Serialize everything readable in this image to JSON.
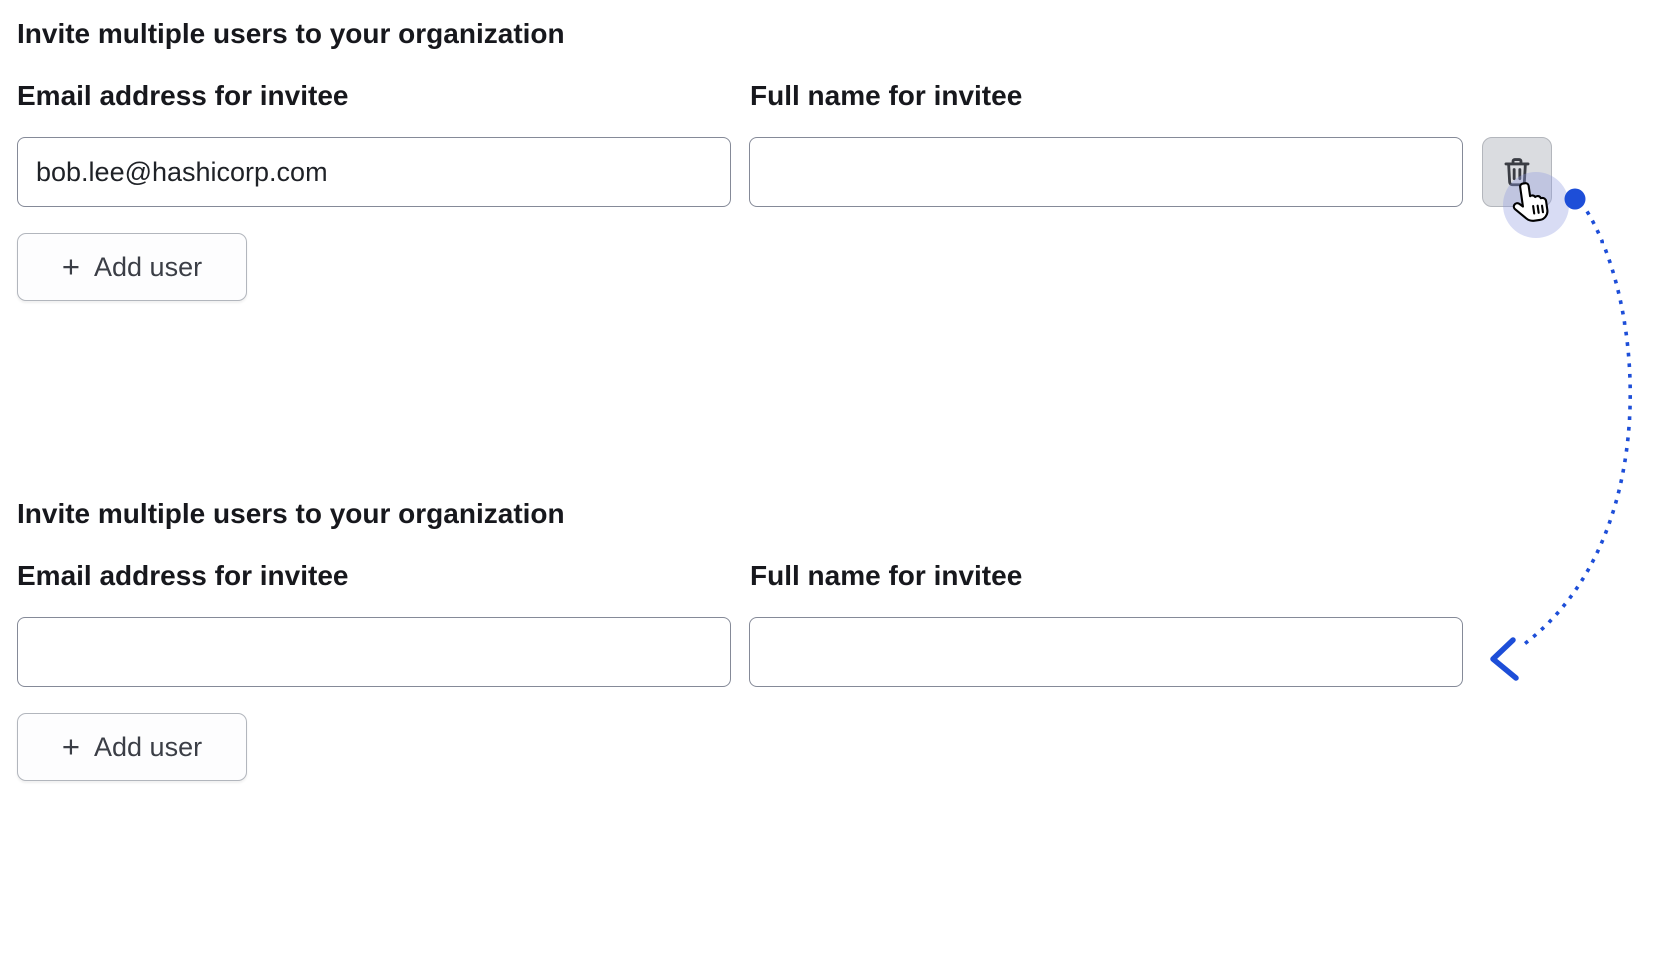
{
  "colors": {
    "accent": "#1d4ed8",
    "halo": "#8f9ce0",
    "input_border": "#858a98",
    "delete_button_bg": "#dadce0",
    "text_primary": "#17181d",
    "button_text": "#3b3e46"
  },
  "sections": [
    {
      "heading": "Invite multiple users to your organization",
      "email": {
        "label": "Email address for invitee",
        "value": "bob.lee@hashicorp.com"
      },
      "full_name": {
        "label": "Full name for invitee",
        "value": ""
      },
      "add_button": {
        "plus_glyph": "+",
        "label": "Add user"
      },
      "delete_button": {
        "icon": "trash-icon"
      }
    },
    {
      "heading": "Invite multiple users to your organization",
      "email": {
        "label": "Email address for invitee",
        "value": ""
      },
      "full_name": {
        "label": "Full name for invitee",
        "value": ""
      },
      "add_button": {
        "plus_glyph": "+",
        "label": "Add user"
      }
    }
  ],
  "annotation": {
    "shape": "dotted-arc-arrow",
    "color": "#1d4ed8"
  }
}
